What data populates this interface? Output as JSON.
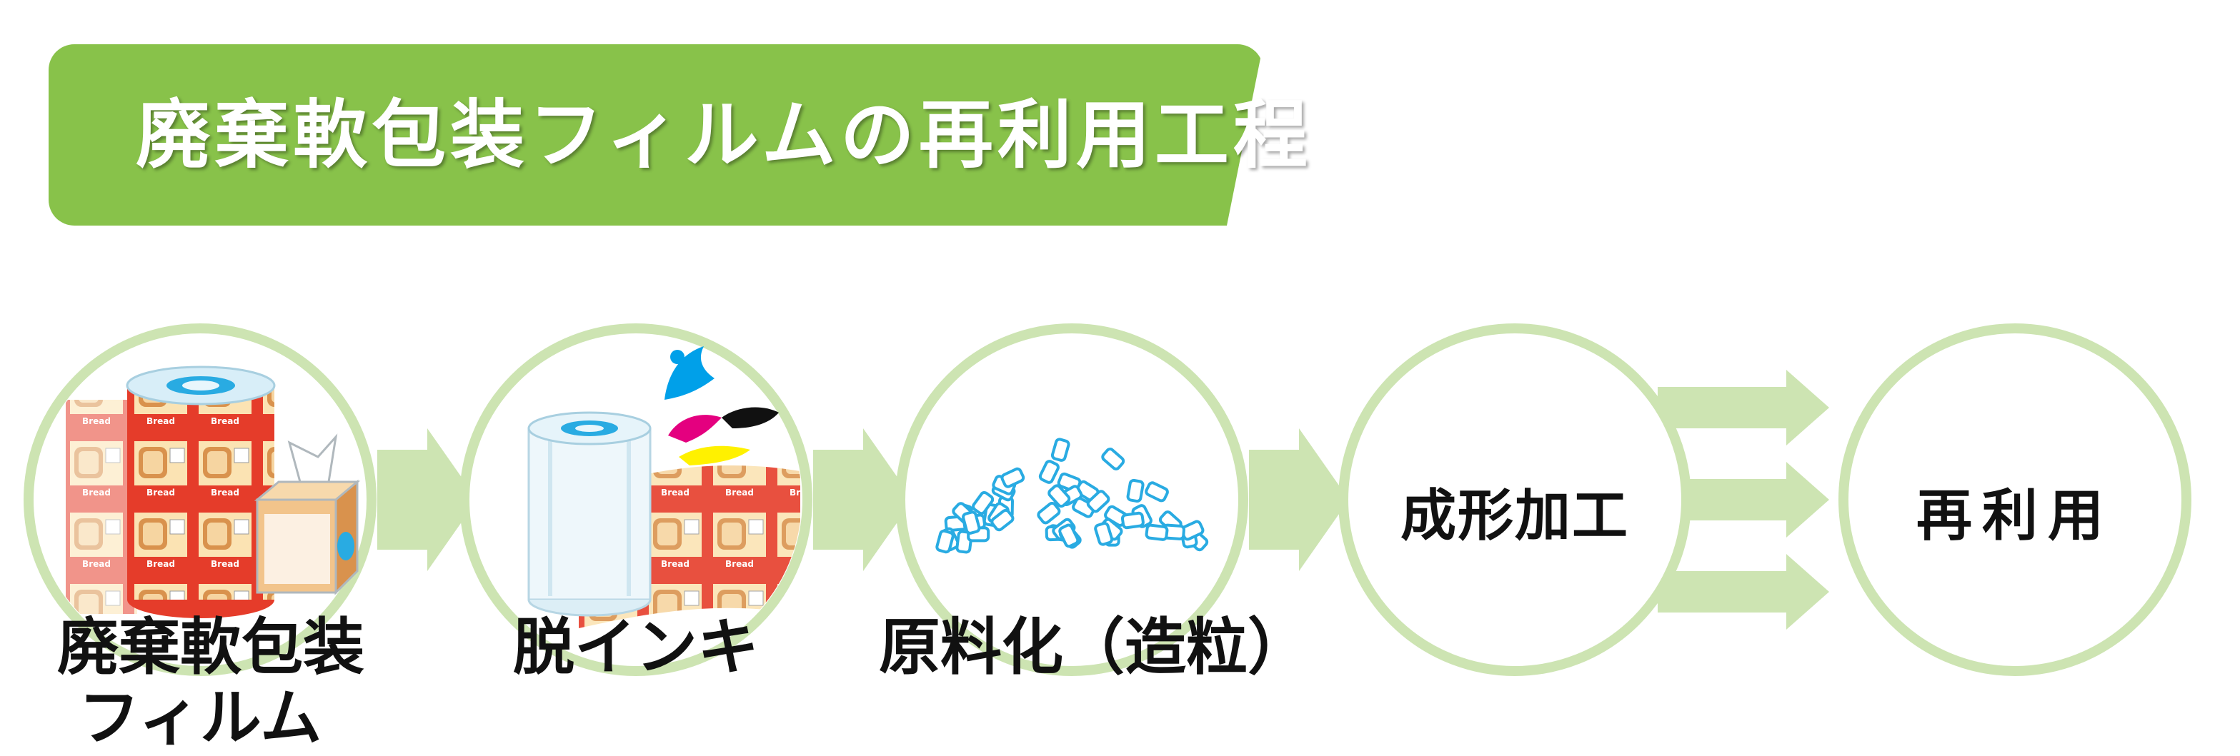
{
  "title": "廃棄軟包装フィルムの再利用工程",
  "steps": [
    {
      "caption_line1": "廃棄軟包装",
      "caption_line2": "フィルム"
    },
    {
      "caption_line1": "脱インキ"
    },
    {
      "caption_line1": "原料化（造粒）"
    },
    {
      "label": "成形加工"
    },
    {
      "label": "再利用"
    }
  ],
  "colors": {
    "banner": "#88c24a",
    "circle_ring": "#cde4b2",
    "arrow": "#cde4b2",
    "pellet_stroke": "#29abe2",
    "film_red": "#e53c2a",
    "ink_cyan": "#00a0e9",
    "ink_magenta": "#e4007f",
    "ink_yellow": "#fff100",
    "ink_black": "#111111"
  },
  "icons": [
    "film-roll-icon",
    "bread-bag-icon",
    "ink-splash-icon",
    "pellet-pile-icon",
    "arrow-right-icon"
  ]
}
